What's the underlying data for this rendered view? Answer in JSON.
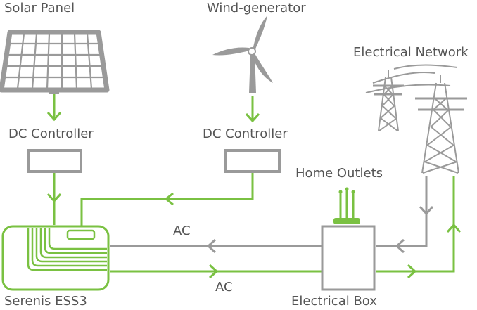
{
  "labels": {
    "solar_panel": "Solar Panel",
    "wind_generator": "Wind-generator",
    "electrical_network": "Electrical Network",
    "dc_controller_left": "DC Controller",
    "dc_controller_right": "DC Controller",
    "home_outlets": "Home Outlets",
    "ac_top": "AC",
    "ac_bottom": "AC",
    "ess": "Serenis ESS3",
    "electrical_box": "Electrical Box"
  },
  "colors": {
    "green": "#7ac142",
    "gray": "#9a9a9a",
    "text": "#555555"
  },
  "icons": {
    "solar": "solar-panel-icon",
    "wind": "wind-turbine-icon",
    "network": "power-tower-icon"
  }
}
